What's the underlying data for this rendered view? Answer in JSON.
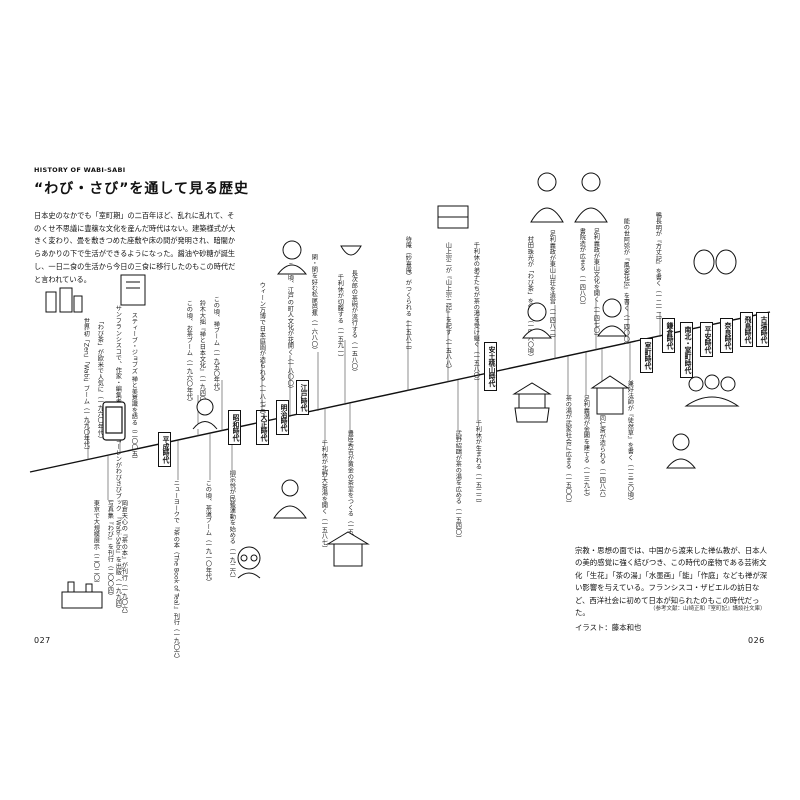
{
  "header": {
    "kicker": "HISTORY OF WABI-SABI",
    "title": "“わび・さび”を通して見る歴史"
  },
  "intro": "日本史のなかでも「室町期」の二百年ほど、乱れに乱れて、そのくせ不思議に豊穣な文化を産んだ時代はない。建築様式が大きく変わり、畳を敷きつめた座敷や床の間が発明され、暗闇からあかりの下で生活ができるようになった。醤油や砂糖が誕生し、一日二食の生活から今日の三食に移行したのもこの時代だと言われている。",
  "page_numbers": {
    "left": "027",
    "right": "026"
  },
  "eras": [
    {
      "id": "heisei",
      "label": "平成時代"
    },
    {
      "id": "showa",
      "label": "昭和時代"
    },
    {
      "id": "taisho",
      "label": "大正時代"
    },
    {
      "id": "meiji",
      "label": "明治時代"
    },
    {
      "id": "edo",
      "label": "江戸時代"
    },
    {
      "id": "azuchi",
      "label": "安土桃山時代"
    },
    {
      "id": "muromachi",
      "label": "室町時代"
    },
    {
      "id": "kamakura",
      "label": "鎌倉時代"
    },
    {
      "id": "nanboku",
      "label": "南北・室町時代"
    },
    {
      "id": "heian",
      "label": "平安時代"
    },
    {
      "id": "nara",
      "label": "奈良時代"
    },
    {
      "id": "asuka",
      "label": "飛鳥時代"
    },
    {
      "id": "kofun",
      "label": "古墳時代"
    }
  ],
  "events_upper": [
    "世界初「Zen」「Wabi」ブーム（一九九〇年代）",
    "「わび茶」が欧米で人気に（一九六〇年代）",
    "サンフランシスコで、作家・編集者 レナード・コーレンがわびさびブック 『Wabi-Sabi』を出版（一九九四）",
    "スティーブ・ジョブズ 禅と美意識を語る（二〇〇五）",
    "この頃、お茶ブーム（一九六〇年代）",
    "鈴木大拙『禅と日本文化』（一九四〇）",
    "この頃、禅ブーム（一九五〇年代）",
    "ウィーン万博で日本庭園が造られる（一八七三）",
    "この頃、江戸の町人文化が花開く（一八〇〇）",
    "閑・閑を好む松尾芭蕉（一六八〇）",
    "千利休が切腹する（一五九一）",
    "長次郎の茶碗が流行する（一五八〇）",
    "待庵（妙喜庵）がつくられる（一五八二）",
    "山上宗二が『山上宗二記』を記す（一五八八）",
    "千利休の弟子たちが茶の湯を受け継ぐ（一五八〇）",
    "村田珠光が「わび茶」を創始（一四八〇頃）",
    "足利義政が東山山荘を造営（一四八二）",
    "書院造が広まる（一四八〇）",
    "足利義政が東山文化を開く（一四七〇）",
    "能の世阿弥が『風姿花伝』を書く（一四〇〇）",
    "鴨長明が『方丈記』を書く（一二一二）"
  ],
  "events_lower": [
    "東京で大規模展示（二〇二〇）",
    "写真集『わび』を刊行（二〇〇四）",
    "岡倉天心の『茶の本』が刊行（一九〇六）",
    "ニューヨークで『茶の本（The Book of Tea）』刊行（一九〇六）",
    "この頃、茶道ブーム（一九一〇年代）",
    "柳宗悦が民藝運動を始める（一九二六）",
    "千利休が北野大茶湯を開く（一五八七）",
    "豊臣秀吉が黄金の茶室をつくる（一五八五）",
    "武野紹鷗が茶の湯を広める（一五四〇）",
    "千利休が生まれる（一五二二）",
    "茶の湯が武家社会に広まる（一五〇〇）",
    "足利義満が金閣を建てる（一三九七）",
    "東求堂に同仁斎が造られる（一四八六）",
    "兼好法師が『徒然草』を書く（一三三〇頃）"
  ],
  "note": "宗教・思想の面では、中国から渡来した禅仏教が、日本人の美的感覚に強く結びつき、この時代の産物である芸術文化「生花」「茶の湯」「水墨画」「能」「作庭」なども禅が深い影響を与えている。フランシスコ・ザビエルの訪日など、西洋社会に初めて日本が知られたのもこの時代だった。",
  "reference": "（参考文献：山崎正和『室町記』講談社文庫）",
  "illustrator": "イラスト：藤本和也"
}
